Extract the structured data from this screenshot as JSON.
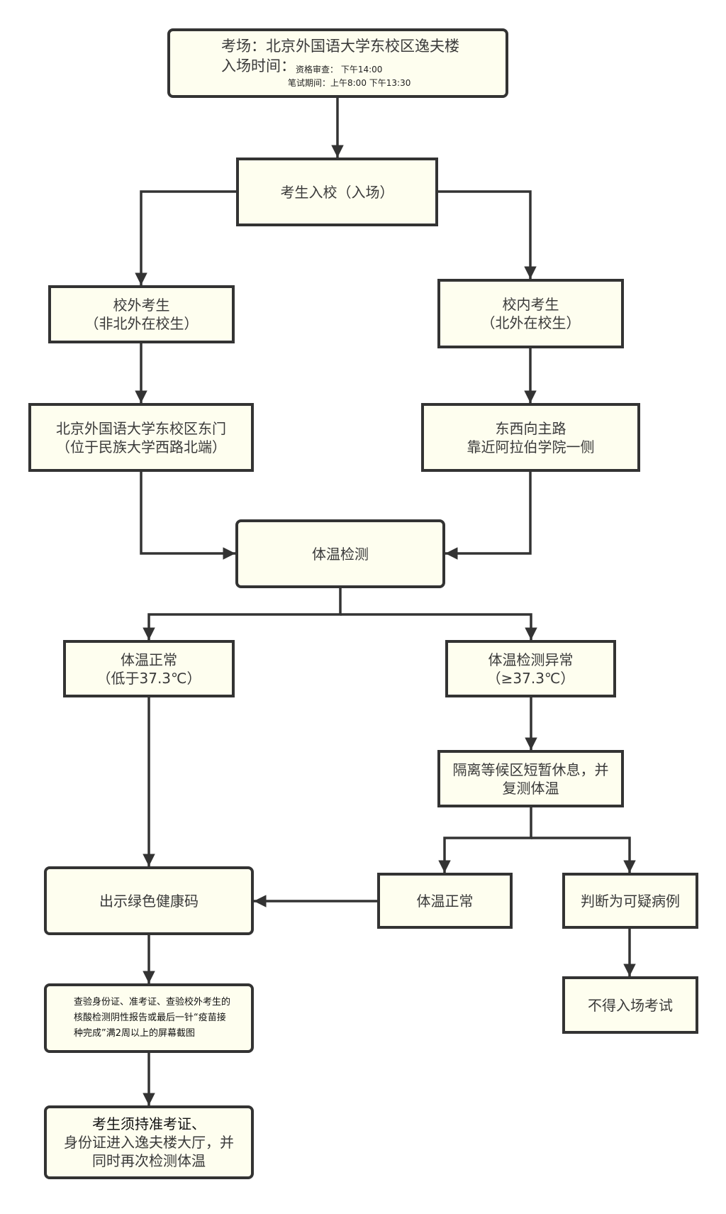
{
  "diagram": {
    "colors": {
      "node_fill": "#fefeef",
      "stroke": "#333333",
      "text": "#3a3a3a",
      "background": "#ffffff"
    },
    "nodes": {
      "venue": {
        "venue_line": "考场：北京外国语大学东校区逸夫楼",
        "time_label": "入场时间：",
        "qualification": "资格审查： 下午14:00",
        "exam_period": "笔试期间：上午8:00 下午13:30"
      },
      "enter_campus": {
        "lines": [
          "考生入校（入场）"
        ]
      },
      "external": {
        "lines": [
          "校外考生",
          "（非北外在校生）"
        ]
      },
      "internal": {
        "lines": [
          "校内考生",
          "（北外在校生）"
        ]
      },
      "east_gate": {
        "lines": [
          "北京外国语大学东校区东门",
          "（位于民族大学西路北端）"
        ]
      },
      "main_road": {
        "lines": [
          "东西向主路",
          "靠近阿拉伯学院一侧"
        ]
      },
      "temp_check": {
        "lines": [
          "体温检测"
        ]
      },
      "temp_normal": {
        "lines": [
          "体温正常",
          "（低于37.3℃）"
        ]
      },
      "temp_abnormal": {
        "lines": [
          "体温检测异常",
          "（≥37.3℃）"
        ]
      },
      "isolation": {
        "lines": [
          "隔离等候区短暂休息，并",
          "复测体温"
        ]
      },
      "health_code": {
        "lines": [
          "出示绿色健康码"
        ]
      },
      "retest_normal": {
        "lines": [
          "体温正常"
        ]
      },
      "suspected": {
        "lines": [
          "判断为可疑病例"
        ]
      },
      "denied": {
        "lines": [
          "不得入场考试"
        ]
      },
      "verify_docs": {
        "lines": [
          "查验身份证、准考证、查验校外考生的",
          "核酸检测阴性报告或最后一针“疫苗接",
          "种完成”满2周以上的屏幕截图"
        ]
      },
      "final": {
        "lines": [
          "考生须持准考证、",
          "身份证进入逸夫楼大厅，并",
          "同时再次检测体温"
        ]
      }
    },
    "edges": [
      {
        "from": "venue",
        "to": "enter_campus"
      },
      {
        "from": "enter_campus",
        "to": "external"
      },
      {
        "from": "enter_campus",
        "to": "internal"
      },
      {
        "from": "external",
        "to": "east_gate"
      },
      {
        "from": "internal",
        "to": "main_road"
      },
      {
        "from": "east_gate",
        "to": "temp_check"
      },
      {
        "from": "main_road",
        "to": "temp_check"
      },
      {
        "from": "temp_check",
        "to": "temp_normal"
      },
      {
        "from": "temp_check",
        "to": "temp_abnormal"
      },
      {
        "from": "temp_normal",
        "to": "health_code"
      },
      {
        "from": "temp_abnormal",
        "to": "isolation"
      },
      {
        "from": "isolation",
        "to": "retest_normal"
      },
      {
        "from": "isolation",
        "to": "suspected"
      },
      {
        "from": "retest_normal",
        "to": "health_code"
      },
      {
        "from": "suspected",
        "to": "denied"
      },
      {
        "from": "health_code",
        "to": "verify_docs"
      },
      {
        "from": "verify_docs",
        "to": "final"
      }
    ]
  }
}
